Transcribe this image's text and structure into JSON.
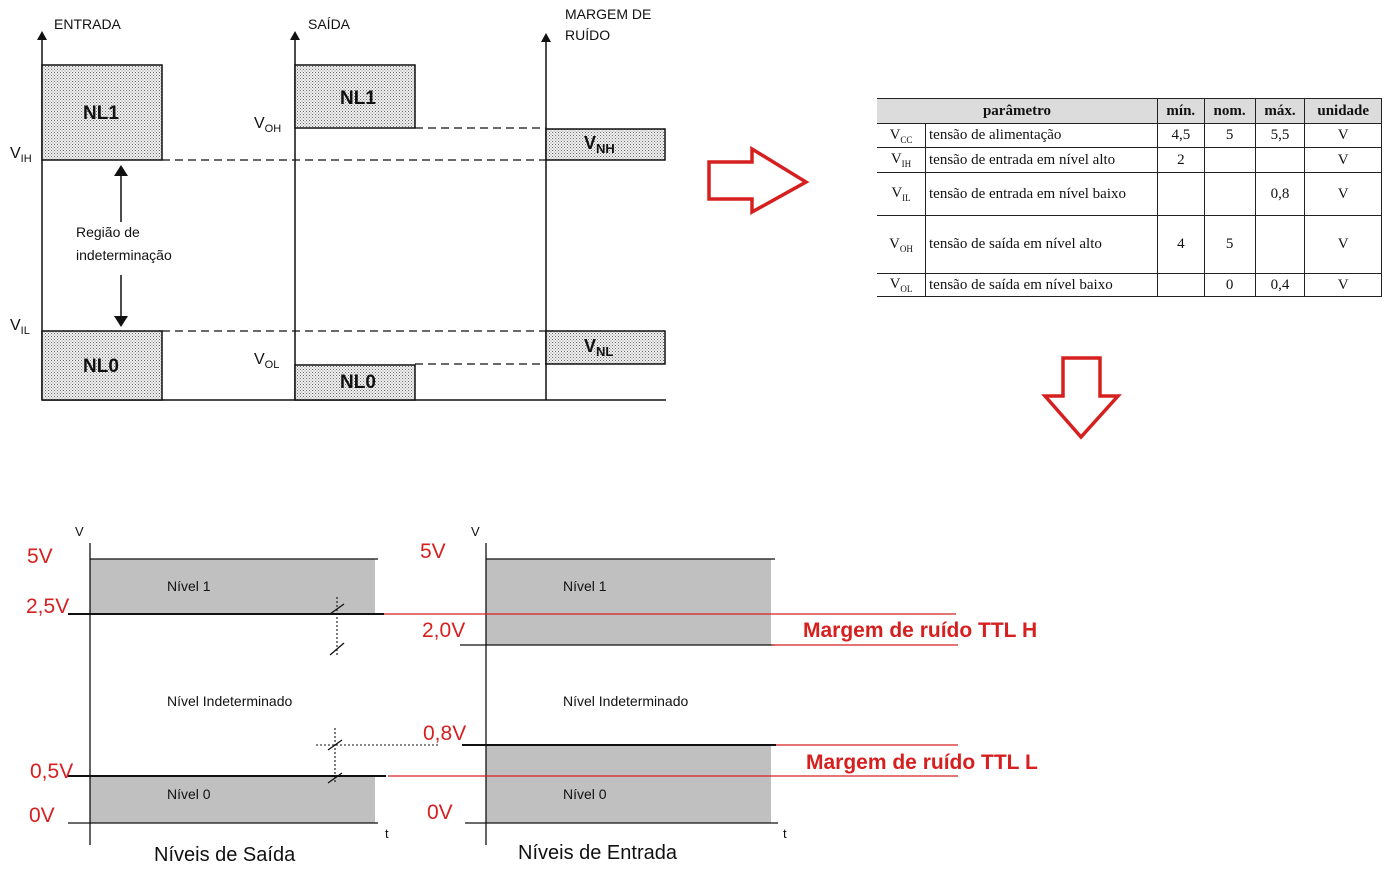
{
  "top_diagram": {
    "entrada": "ENTRADA",
    "saida": "SAÍDA",
    "margem_line1": "MARGEM DE",
    "margem_line2": "RUÍDO",
    "nl1": "NL1",
    "nl0": "NL0",
    "v_ih": "V",
    "v_ih_sub": "IH",
    "v_il": "V",
    "v_il_sub": "IL",
    "v_oh": "V",
    "v_oh_sub": "OH",
    "v_ol": "V",
    "v_ol_sub": "OL",
    "v_nh": "V",
    "v_nh_sub": "NH",
    "v_nl": "V",
    "v_nl_sub": "NL",
    "regiao_line1": "Região de",
    "regiao_line2": "indeterminação"
  },
  "table": {
    "headers": [
      "parâmetro",
      "mín.",
      "nom.",
      "máx.",
      "unidade"
    ],
    "rows": [
      {
        "sym": "V",
        "sub": "CC",
        "desc": "tensão de alimentação",
        "min": "4,5",
        "nom": "5",
        "max": "5,5",
        "unit": "V"
      },
      {
        "sym": "V",
        "sub": "IH",
        "desc": "tensão de entrada em nível alto",
        "min": "2",
        "nom": "",
        "max": "",
        "unit": "V"
      },
      {
        "sym": "V",
        "sub": "IL",
        "desc": "tensão de entrada em nível baixo",
        "min": "",
        "nom": "",
        "max": "0,8",
        "unit": "V"
      },
      {
        "sym": "V",
        "sub": "OH",
        "desc": "tensão de saída em nível alto",
        "min": "4",
        "nom": "5",
        "max": "",
        "unit": "V"
      },
      {
        "sym": "V",
        "sub": "OL",
        "desc": "tensão de saída em nível baixo",
        "min": "",
        "nom": "0",
        "max": "0,4",
        "unit": "V"
      }
    ]
  },
  "bottom": {
    "v_axis": "V",
    "t_axis": "t",
    "out_5v": "5V",
    "out_25v": "2,5V",
    "out_05v": "0,5V",
    "out_0v": "0V",
    "in_5v": "5V",
    "in_20v": "2,0V",
    "in_08v": "0,8V",
    "in_0v": "0V",
    "nivel1": "Nível 1",
    "nivel_ind": "Nível Indeterminado",
    "nivel0": "Nível 0",
    "saida_caption": "Níveis de Saída",
    "entrada_caption": "Níveis de Entrada",
    "margem_h": "Margem de ruído TTL H",
    "margem_l": "Margem de ruído TTL L"
  },
  "colors": {
    "accent_red": "#d62020",
    "band_gray": "#c0c0c0",
    "line_black": "#111111"
  }
}
